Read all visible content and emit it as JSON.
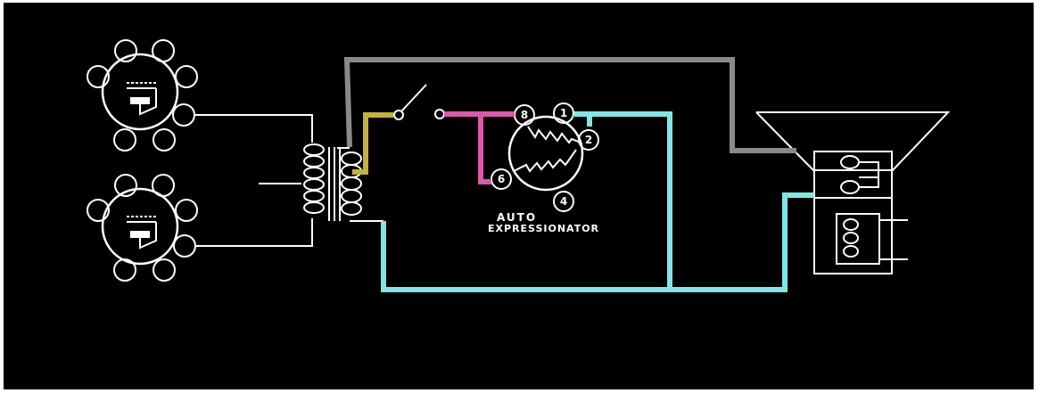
{
  "diagram": {
    "label_line1": "AUTO",
    "label_line2": "EXPRESSIONATOR",
    "pins": {
      "p8": "8",
      "p1": "1",
      "p2": "2",
      "p6": "6",
      "p4": "4"
    },
    "colors": {
      "background": "#000000",
      "line": "#ffffff",
      "gray_wire": "#8a8a8a",
      "cyan_wire": "#7fe8e4",
      "magenta_wire": "#d85aa8",
      "olive_wire": "#c3b33a"
    },
    "components": {
      "tubes": [
        "output-tube-upper",
        "output-tube-lower"
      ],
      "transformer": "output-transformer",
      "switch": "switch",
      "control": "auto-expressionator-socket",
      "speaker": "loudspeaker"
    }
  }
}
